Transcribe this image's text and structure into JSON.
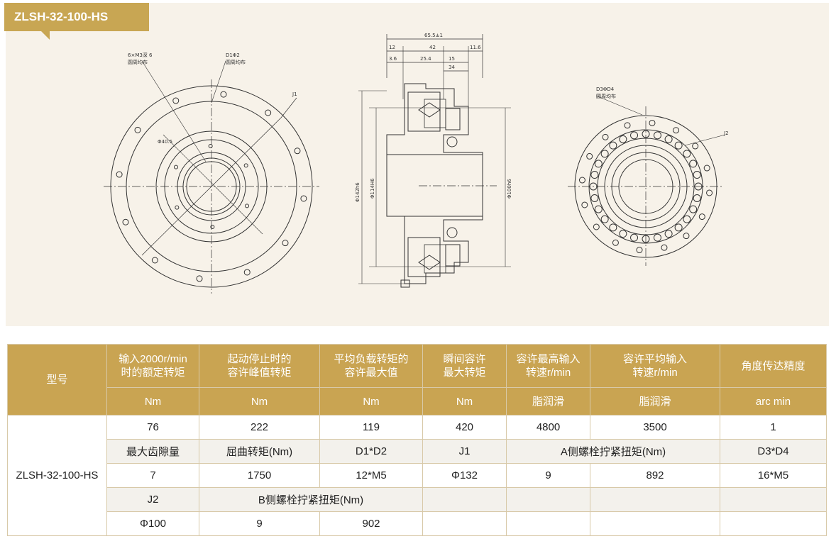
{
  "title": "ZLSH-32-100-HS",
  "drawing": {
    "left_view": {
      "note_holes": "6×M3深 6",
      "note_holes_2": "圆周均布",
      "note_d": "D1Φ2",
      "note_d_2": "圆周均布",
      "j_label": "J1",
      "dia_label": "Φ40.5"
    },
    "mid_view": {
      "dim_total": "65.5±1",
      "dim_a": "12",
      "dim_b": "42",
      "dim_c": "11.6",
      "dim_d": "3.6",
      "dim_e": "25.4",
      "dim_f": "15",
      "dim_g": "34",
      "dia1": "Φ142h6",
      "dia2": "Φ114H6",
      "dia3": "Φ100h6"
    },
    "right_view": {
      "note_d": "D3ΦD4",
      "note_d_2": "圆周均布",
      "j_label": "J2"
    }
  },
  "table": {
    "headers": [
      {
        "line1": "型号",
        "line2": ""
      },
      {
        "line1": "输入2000r/min",
        "line2": "时的额定转矩"
      },
      {
        "line1": "起动停止时的",
        "line2": "容许峰值转矩"
      },
      {
        "line1": "平均负载转矩的",
        "line2": "容许最大值"
      },
      {
        "line1": "瞬间容许",
        "line2": "最大转矩"
      },
      {
        "line1": "容许最高输入",
        "line2": "转速r/min"
      },
      {
        "line1": "容许平均输入",
        "line2": "转速r/min"
      },
      {
        "line1": "角度传达精度",
        "line2": ""
      }
    ],
    "units": [
      "Nm",
      "Nm",
      "Nm",
      "Nm",
      "脂润滑",
      "脂润滑",
      "arc min"
    ],
    "model": "ZLSH-32-100-HS",
    "row1": [
      "76",
      "222",
      "119",
      "420",
      "4800",
      "3500",
      "1"
    ],
    "row2": [
      "最大齿隙量",
      "屈曲转矩(Nm)",
      "D1*D2",
      "J1",
      "A侧螺栓拧紧扭矩(Nm)",
      "D3*D4"
    ],
    "row3": [
      "7",
      "1750",
      "12*M5",
      "Φ132",
      "9",
      "892",
      "16*M5"
    ],
    "row4": [
      "J2",
      "B侧螺栓拧紧扭矩(Nm)"
    ],
    "row5": [
      "Φ100",
      "9",
      "902"
    ]
  }
}
